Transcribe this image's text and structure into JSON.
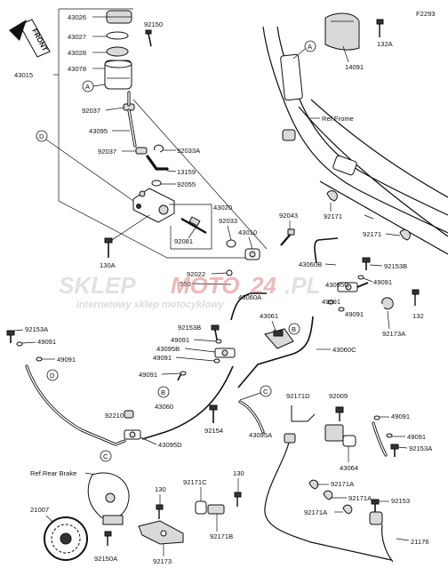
{
  "figure_code": "F2293",
  "front_label": "FRONT",
  "watermark": {
    "brand_left": "SKLEP",
    "brand_mid": "MOTO",
    "brand_num": "24",
    "brand_tld": ".PL",
    "tagline": "internetowy sklep motocyklowy"
  },
  "refs": {
    "frame": "Ref.Frome",
    "rear_brake": "Ref.Rear Brake"
  },
  "callouts": {
    "A": "A",
    "B": "B",
    "C": "C",
    "D": "D"
  },
  "parts": {
    "p43026": "43026",
    "p92150": "92150",
    "p43027": "43027",
    "p43028": "43028",
    "p43078": "43078",
    "p43015": "43015",
    "p92037a": "92037",
    "p43095": "43095",
    "p92037b": "92037",
    "p92033A": "92033A",
    "p13159": "13159",
    "p92055": "92055",
    "p43020": "43020",
    "p92033": "92033",
    "p92081": "92081",
    "p43010": "43010",
    "p92043": "92043",
    "p130A": "130A",
    "p92022": "92022",
    "p550": "550",
    "p43060A": "43060A",
    "p43060B": "43060B",
    "p92153B_top": "92153B",
    "p43095C": "43095C",
    "p49091_t1": "49091",
    "p49091_t2": "49091",
    "p49091_t3": "49091",
    "p43061": "43061",
    "p43060C": "43060C",
    "p92153B_mid": "92153B",
    "p49091_m1": "49091",
    "p43095B": "43095B",
    "p49091_m2": "49091",
    "p49091_m3": "49091",
    "p43060": "43060",
    "p92153A_left": "92153A",
    "p49091_l1": "49091",
    "p49091_l2": "49091",
    "p92210": "92210",
    "p43095D": "43095D",
    "p92154": "92154",
    "p43095A": "43095A",
    "p92171D": "92171D",
    "p92009": "92009",
    "p49091_r1": "49091",
    "p49091_r2": "49091",
    "p92153A_right": "92153A",
    "p43064": "43064",
    "p14091": "14091",
    "p132A": "132A",
    "p92171_a": "92171",
    "p92171_b": "92171",
    "p132": "132",
    "p92173A": "92173A",
    "p21007": "21007",
    "p92150A": "92150A",
    "p130_a": "130",
    "p130_b": "130",
    "p92171C": "92171C",
    "p92171B": "92171B",
    "p92173": "92173",
    "p92171A_1": "92171A",
    "p92171A_2": "92171A",
    "p92171A_3": "92171A",
    "p92153": "92153",
    "p21176": "21176"
  }
}
